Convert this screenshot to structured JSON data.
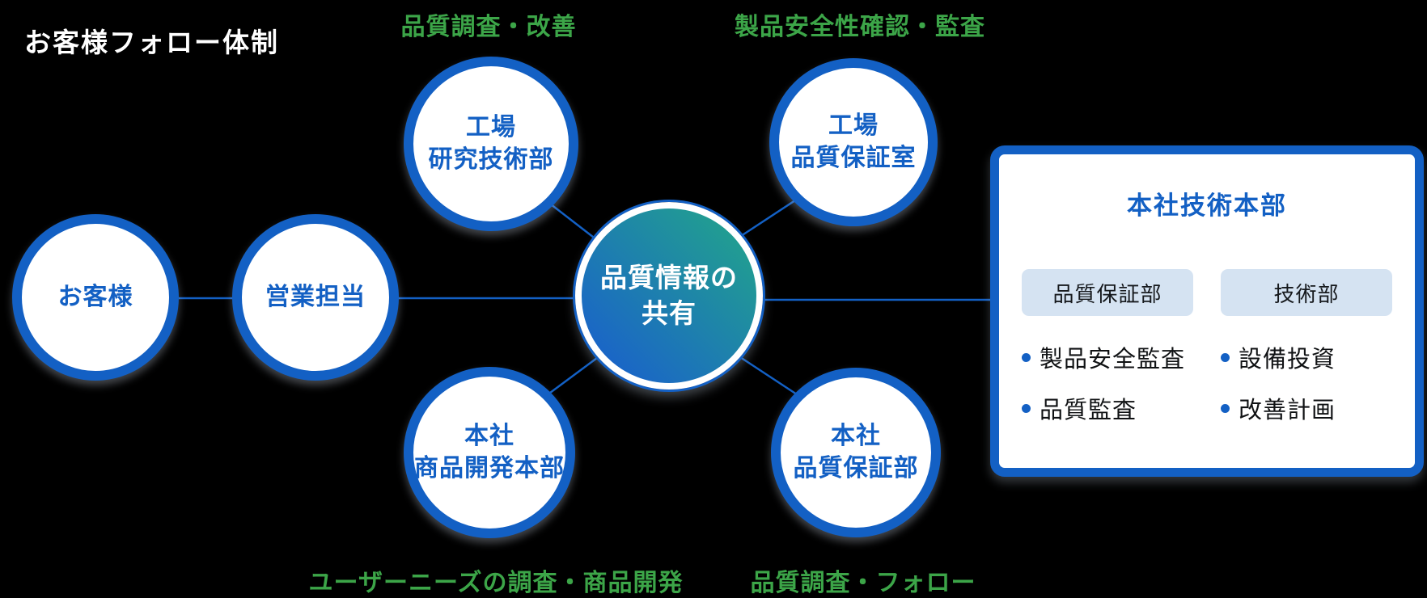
{
  "title": "お客様フォロー体制",
  "annotations": {
    "top_left": "品質調査・改善",
    "top_right": "製品安全性確認・監査",
    "bottom_left": "ユーザーニーズの調査・商品開発",
    "bottom_right": "品質調査・フォロー"
  },
  "nodes": {
    "customer": {
      "line1": "お客様",
      "line2": ""
    },
    "sales": {
      "line1": "営業担当",
      "line2": ""
    },
    "factory_rnd": {
      "line1": "工場",
      "line2": "研究技術部"
    },
    "factory_qa": {
      "line1": "工場",
      "line2": "品質保証室"
    },
    "hq_dev": {
      "line1": "本社",
      "line2": "商品開発本部"
    },
    "hq_qa": {
      "line1": "本社",
      "line2": "品質保証部"
    }
  },
  "hub": {
    "line1": "品質情報の",
    "line2": "共有"
  },
  "panel": {
    "title": "本社技術本部",
    "departments": [
      {
        "name": "品質保証部",
        "items": [
          "製品安全監査",
          "品質監査"
        ]
      },
      {
        "name": "技術部",
        "items": [
          "設備投資",
          "改善計画"
        ]
      }
    ]
  },
  "colors": {
    "background": "#000000",
    "blue": "#1360C4",
    "green": "#3CA548",
    "hub_gradient_start": "#22A38C",
    "hub_gradient_end": "#1A64C8",
    "subbox_bg": "#D5E3F2",
    "text_dark": "#15181C",
    "white": "#FFFFFF"
  }
}
